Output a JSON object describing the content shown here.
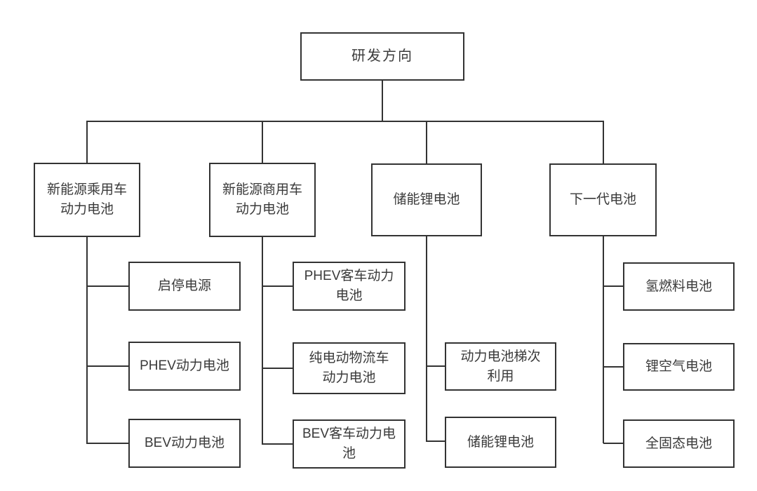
{
  "colors": {
    "line": "#333333",
    "node_border": "#333333",
    "node_text": "#3a3a3a",
    "background": "#ffffff"
  },
  "tree": {
    "root": {
      "label": "研发方向"
    },
    "branches": [
      {
        "label": "新能源乘用车\n动力电池",
        "children": [
          {
            "label": "启停电源"
          },
          {
            "label": "PHEV动力电池"
          },
          {
            "label": "BEV动力电池"
          }
        ]
      },
      {
        "label": "新能源商用车\n动力电池",
        "children": [
          {
            "label": "PHEV客车动力\n电池"
          },
          {
            "label": "纯电动物流车\n动力电池"
          },
          {
            "label": "BEV客车动力电\n池"
          }
        ]
      },
      {
        "label": "储能锂电池",
        "children": [
          {
            "label": "动力电池梯次\n利用"
          },
          {
            "label": "储能锂电池"
          }
        ]
      },
      {
        "label": "下一代电池",
        "children": [
          {
            "label": "氢燃料电池"
          },
          {
            "label": "锂空气电池"
          },
          {
            "label": "全固态电池"
          }
        ]
      }
    ]
  }
}
